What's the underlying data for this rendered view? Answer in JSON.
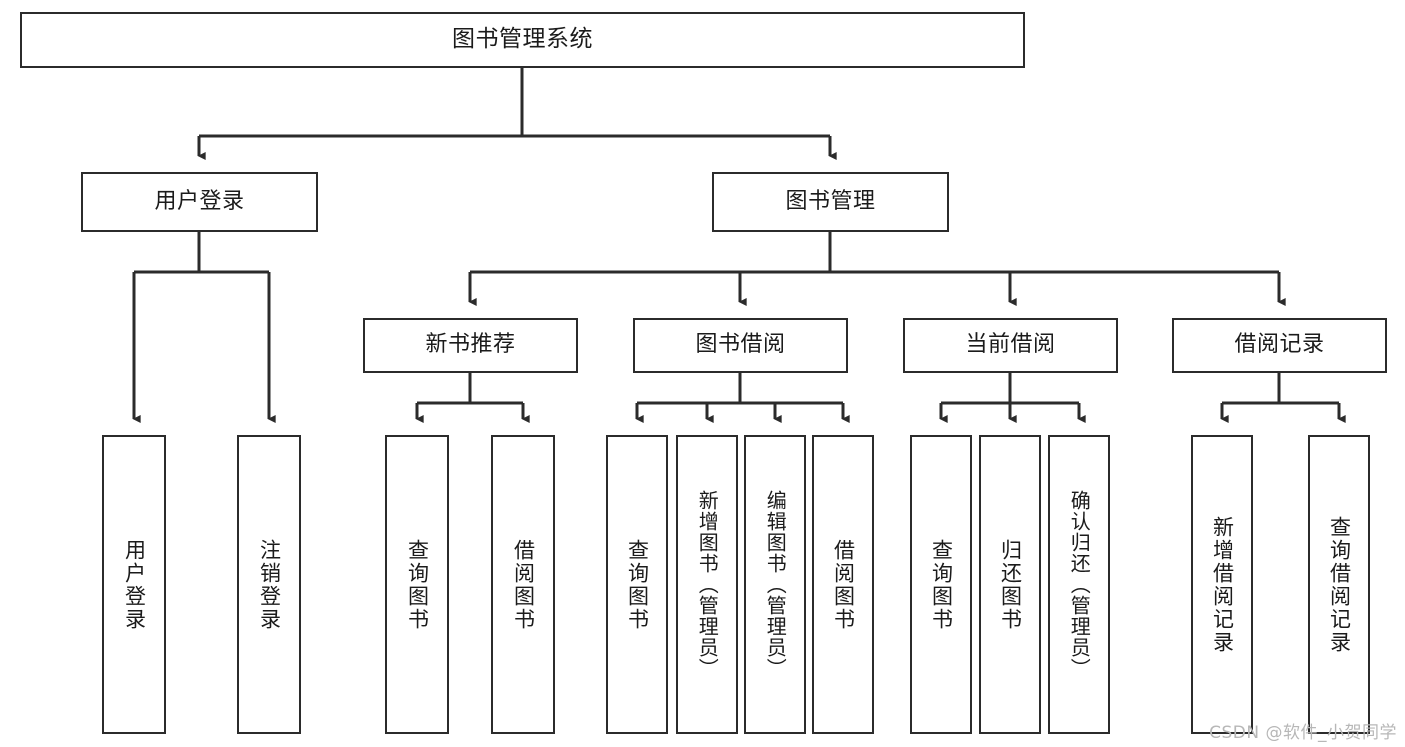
{
  "diagram": {
    "title": "图书管理系统",
    "type": "hierarchy-tree",
    "watermark": "CSDN @软件_小贺同学",
    "colors": {
      "background": "#ffffff",
      "box_border": "#2b2b2b",
      "box_fill": "#ffffff",
      "text": "#1b1b1b",
      "connector": "#2b2b2b",
      "watermark_text": "#b7b7b7"
    }
  },
  "nodes": {
    "root": {
      "label": "图书管理系统"
    },
    "level2": [
      {
        "label": "用户登录"
      },
      {
        "label": "图书管理"
      }
    ],
    "level3": [
      {
        "label": "新书推荐"
      },
      {
        "label": "图书借阅"
      },
      {
        "label": "当前借阅"
      },
      {
        "label": "借阅记录"
      }
    ],
    "leaves": {
      "user_login": [
        {
          "label": "用户登录"
        },
        {
          "label": "注销登录"
        }
      ],
      "new_book_recommend": [
        {
          "label": "查询图书"
        },
        {
          "label": "借阅图书"
        }
      ],
      "book_borrow": [
        {
          "label": "查询图书"
        },
        {
          "label": "新增图书（管理员）"
        },
        {
          "label": "编辑图书（管理员）"
        },
        {
          "label": "借阅图书"
        }
      ],
      "current_borrow": [
        {
          "label": "查询图书"
        },
        {
          "label": "归还图书"
        },
        {
          "label": "确认归还（管理员）"
        }
      ],
      "borrow_record": [
        {
          "label": "新增借阅记录"
        },
        {
          "label": "查询借阅记录"
        }
      ]
    }
  }
}
